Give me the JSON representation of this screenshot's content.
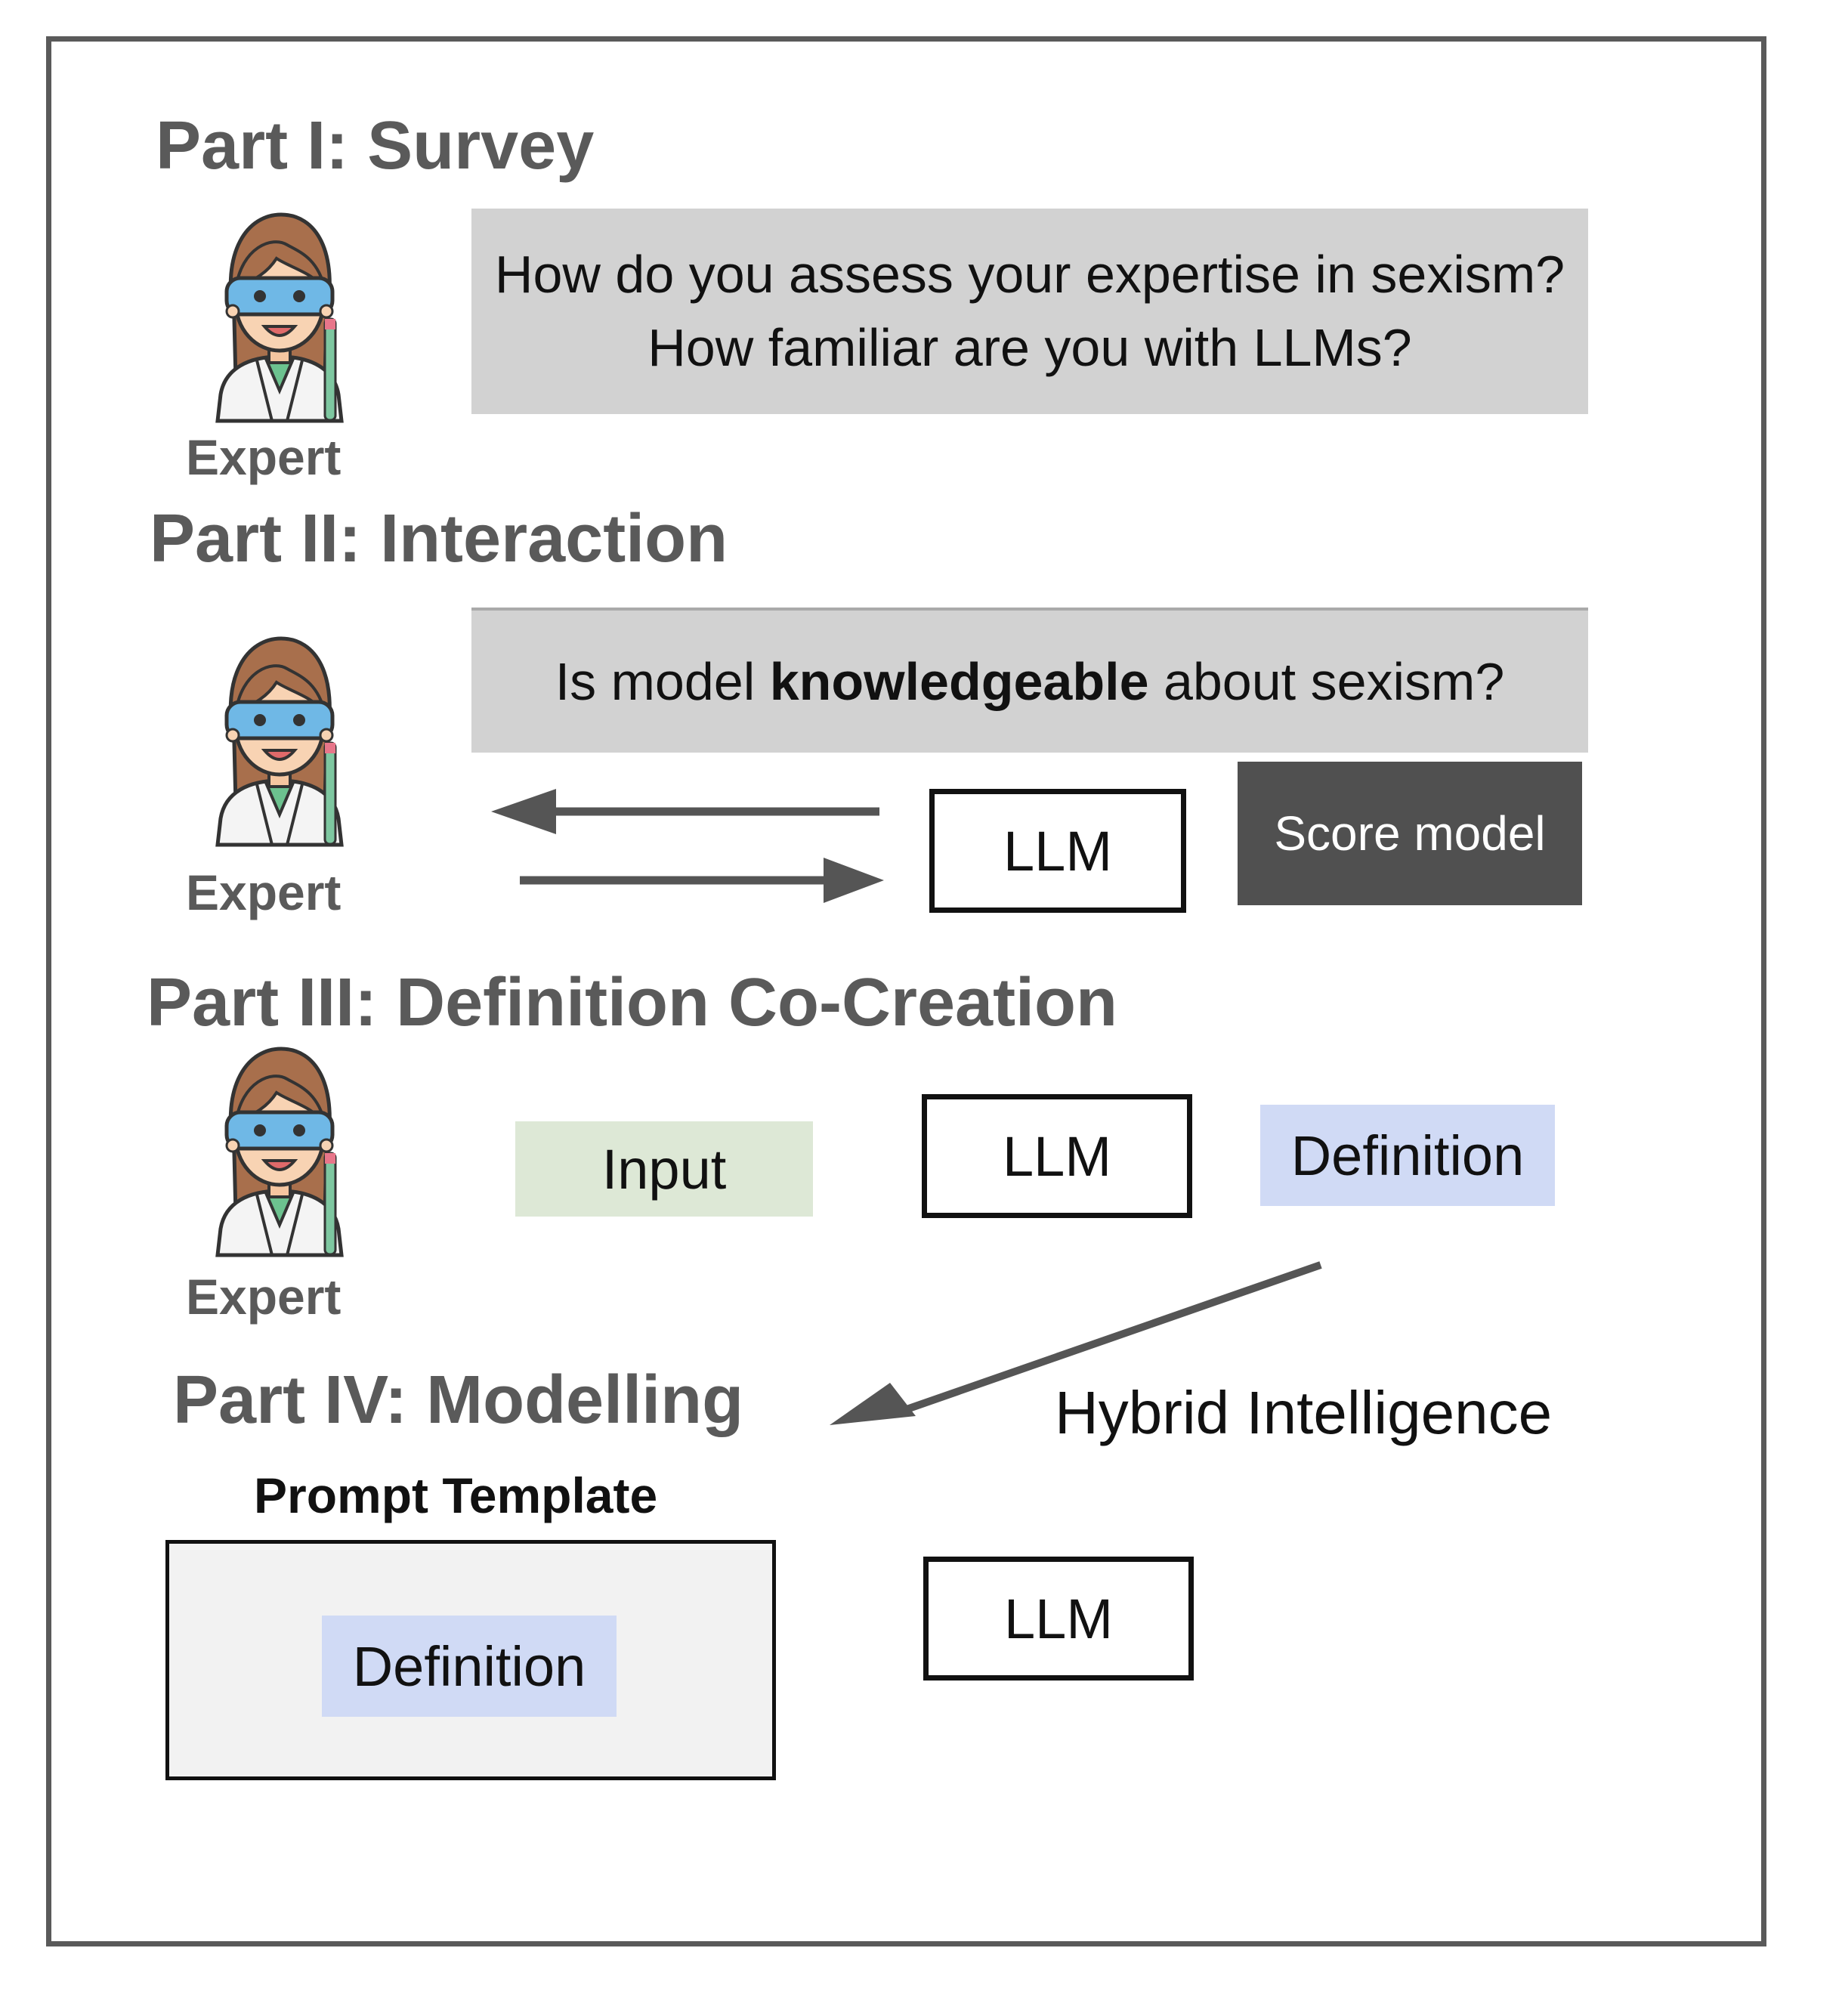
{
  "parts": {
    "survey": {
      "title": "Part I: Survey",
      "expert_label": "Expert",
      "question": "How do you assess your expertise in sexism? How familiar are you with LLMs?"
    },
    "interaction": {
      "title": "Part II: Interaction",
      "expert_label": "Expert",
      "question_pre": "Is model ",
      "question_bold": "knowledgeable",
      "question_post": " about sexism?",
      "llm_label": "LLM",
      "score_label": "Score model"
    },
    "cocreation": {
      "title": "Part III: Definition Co-Creation",
      "expert_label": "Expert",
      "input_label": "Input",
      "llm_label": "LLM",
      "definition_label": "Definition"
    },
    "modelling": {
      "title": "Part IV: Modelling",
      "hybrid_label": "Hybrid Intelligence",
      "template_label": "Prompt Template",
      "definition_label": "Definition",
      "llm_label": "LLM"
    }
  },
  "colors": {
    "heading": "#5a5a5a",
    "question_box": "#d2d2d2",
    "score_box": "#505050",
    "input_box": "#dde8d6",
    "definition_box": "#d0daf5",
    "template_box": "#f2f2f2"
  },
  "icons": [
    "scientist-woman-icon"
  ]
}
